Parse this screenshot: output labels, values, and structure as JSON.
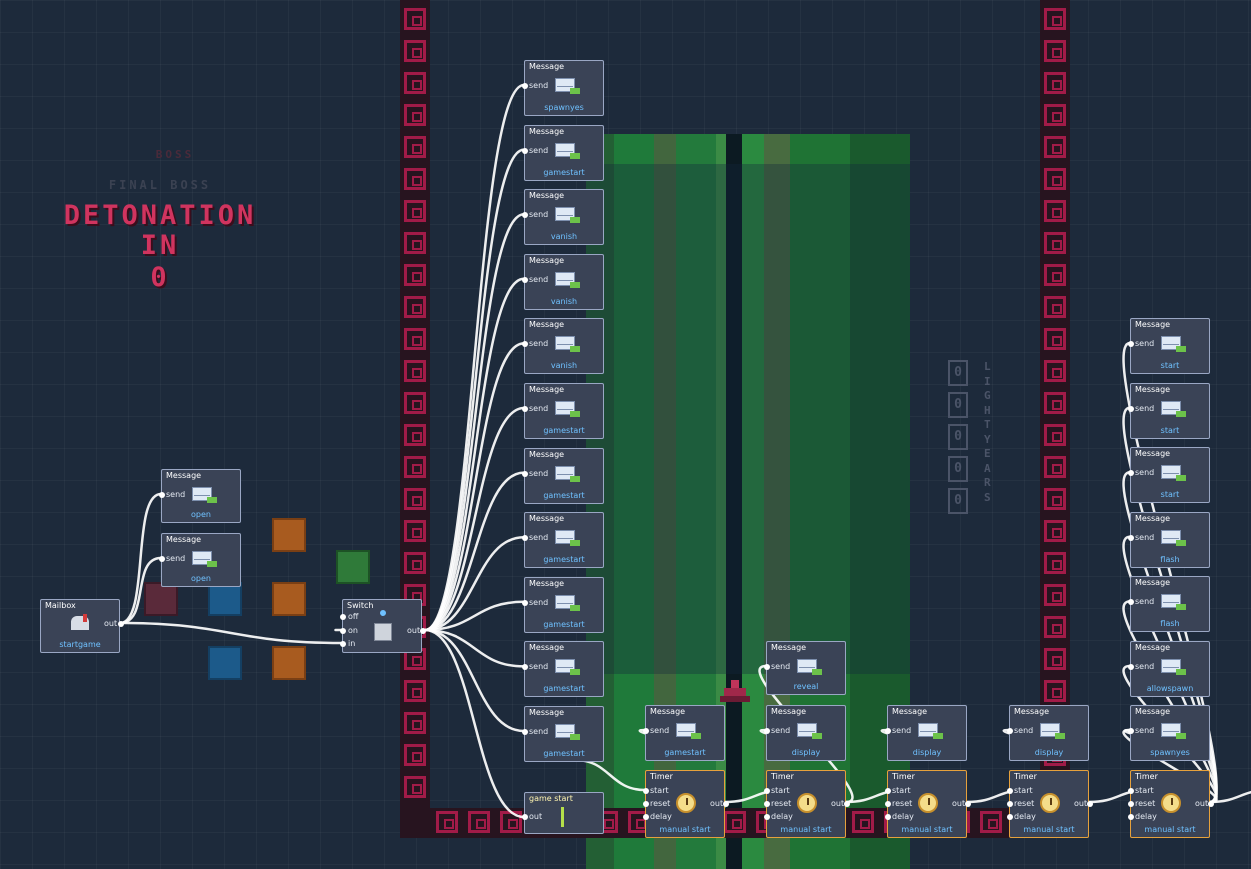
{
  "colors": {
    "wire": "#ffffff",
    "node_bg": "#3a4356",
    "node_border": "#9aa7c4",
    "timer_border": "#e6a13c",
    "value_text": "#6fc1ff",
    "wall": "#a21b48"
  },
  "scene": {
    "boss_small": "BOSS",
    "final_boss": "FINAL BOSS",
    "detonation_line1": "DETONATION",
    "detonation_line2": "IN",
    "detonation_count": "0",
    "lightyears_label": "LIGHTYEARS",
    "lightyears_digits": [
      "0",
      "0",
      "0",
      "0",
      "0"
    ]
  },
  "mailbox": {
    "title": "Mailbox",
    "out": "out",
    "value": "startgame",
    "icon": "mailbox-icon"
  },
  "switch": {
    "title": "Switch",
    "ports": [
      "off",
      "on",
      "in"
    ],
    "out": "out",
    "icon": "switch-icon"
  },
  "left_messages": [
    {
      "title": "Message",
      "port": "send",
      "value": "open",
      "icon": "envelope-icon"
    },
    {
      "title": "Message",
      "port": "send",
      "value": "open",
      "icon": "envelope-icon"
    }
  ],
  "column_messages": [
    {
      "title": "Message",
      "port": "send",
      "value": "spawnyes"
    },
    {
      "title": "Message",
      "port": "send",
      "value": "gamestart"
    },
    {
      "title": "Message",
      "port": "send",
      "value": "vanish"
    },
    {
      "title": "Message",
      "port": "send",
      "value": "vanish"
    },
    {
      "title": "Message",
      "port": "send",
      "value": "vanish"
    },
    {
      "title": "Message",
      "port": "send",
      "value": "gamestart"
    },
    {
      "title": "Message",
      "port": "send",
      "value": "gamestart"
    },
    {
      "title": "Message",
      "port": "send",
      "value": "gamestart"
    },
    {
      "title": "Message",
      "port": "send",
      "value": "gamestart"
    },
    {
      "title": "Message",
      "port": "send",
      "value": "gamestart"
    },
    {
      "title": "Message",
      "port": "send",
      "value": "gamestart"
    }
  ],
  "game_start": {
    "title": "game start",
    "out": "out",
    "icon": "arrow-up-icon"
  },
  "reveal_message": {
    "title": "Message",
    "port": "send",
    "value": "reveal"
  },
  "bottom_messages": [
    {
      "title": "Message",
      "port": "send",
      "value": "gamestart"
    },
    {
      "title": "Message",
      "port": "send",
      "value": "display"
    },
    {
      "title": "Message",
      "port": "send",
      "value": "display"
    },
    {
      "title": "Message",
      "port": "send",
      "value": "display"
    },
    {
      "title": "Message",
      "port": "send",
      "value": "spawnyes"
    }
  ],
  "timers": [
    {
      "title": "Timer",
      "ports": [
        "start",
        "reset",
        "delay"
      ],
      "out": "out",
      "value": "manual start"
    },
    {
      "title": "Timer",
      "ports": [
        "start",
        "reset",
        "delay"
      ],
      "out": "out",
      "value": "manual start"
    },
    {
      "title": "Timer",
      "ports": [
        "start",
        "reset",
        "delay"
      ],
      "out": "out",
      "value": "manual start"
    },
    {
      "title": "Timer",
      "ports": [
        "start",
        "reset",
        "delay"
      ],
      "out": "out",
      "value": "manual start"
    },
    {
      "title": "Timer",
      "ports": [
        "start",
        "reset",
        "delay"
      ],
      "out": "out",
      "value": "manual start"
    }
  ],
  "right_messages": [
    {
      "title": "Message",
      "port": "send",
      "value": "start"
    },
    {
      "title": "Message",
      "port": "send",
      "value": "start"
    },
    {
      "title": "Message",
      "port": "send",
      "value": "start"
    },
    {
      "title": "Message",
      "port": "send",
      "value": "flash"
    },
    {
      "title": "Message",
      "port": "send",
      "value": "flash"
    },
    {
      "title": "Message",
      "port": "send",
      "value": "allowspawn"
    }
  ]
}
